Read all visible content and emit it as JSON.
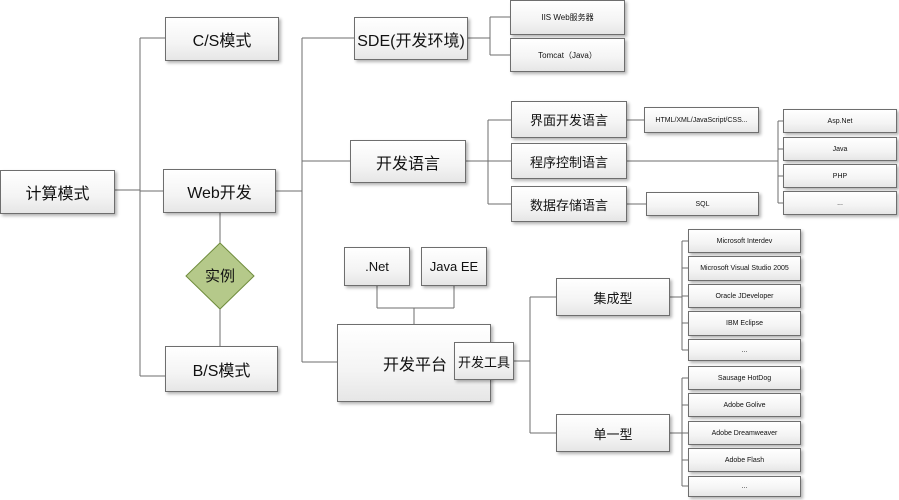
{
  "nodes": {
    "root": "计算模式",
    "cs_mode": "C/S模式",
    "web_dev": "Web开发",
    "example": "实例",
    "bs_mode": "B/S模式",
    "sde": "SDE(开发环境)",
    "iis": "IIS Web服务器",
    "tomcat": "Tomcat（Java）",
    "dev_lang": "开发语言",
    "ui_lang": "界面开发语言",
    "ui_lang_items": "HTML/XML/JavaScript/CSS...",
    "control_lang": "程序控制语言",
    "data_lang": "数据存储语言",
    "sql": "SQL",
    "server_langs": [
      "Asp.Net",
      "Java",
      "PHP",
      "..."
    ],
    "dotnet": ".Net",
    "javaee": "Java EE",
    "dev_platform": "开发平台",
    "dev_tools": "开发工具",
    "integrated": "集成型",
    "integrated_items": [
      "Microsoft Interdev",
      "Microsoft Visual Studio 2005",
      "Oracle JDeveloper",
      "IBM Eclipse",
      "..."
    ],
    "single": "单一型",
    "single_items": [
      "Sausage HotDog",
      "Adobe Golive",
      "Adobe Dreamweaver",
      "Adobe Flash",
      "..."
    ]
  },
  "colors": {
    "line": "#6e6e6e",
    "border": "#6e6e6e",
    "diamond_fill": "#b5c98a",
    "diamond_border": "#6f8c3c"
  }
}
